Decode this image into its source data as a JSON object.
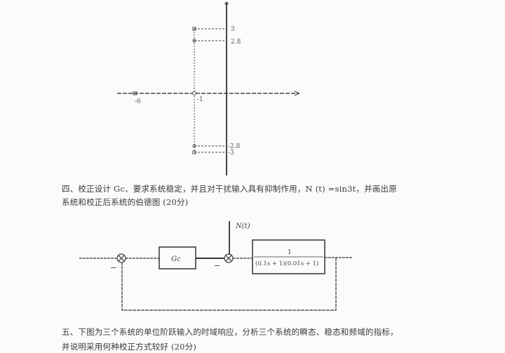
{
  "pole_zero_plot": {
    "labels": {
      "im_3": "3",
      "im_2_8": "2.8",
      "im_neg_2_8": "-2.8",
      "im_neg_3": "-3",
      "re_neg_1": "-1",
      "re_neg_6": "-6"
    }
  },
  "question4": {
    "line1": "四、校正设计 Gc、要求系统稳定，并且对干扰输入具有抑制作用，N (t) =sin3t，并画出原",
    "line2": "系统和校正后系统的伯德图",
    "points": "(20分)"
  },
  "block_diagram": {
    "disturbance": "N(t)",
    "controller": "Gc",
    "plant_num": "1",
    "plant_den": "(0.1s + 1)(0.01s + 1)",
    "minus_sign_1": "−",
    "minus_sign_2": "−"
  },
  "question5": {
    "line1": "五、下图为三个系统的单位阶跃输入的时域响应，分析三个系统的瞬态、稳态和频域的指标，",
    "line2": "并说明采用何种校正方式较好",
    "points": "(20分)"
  }
}
